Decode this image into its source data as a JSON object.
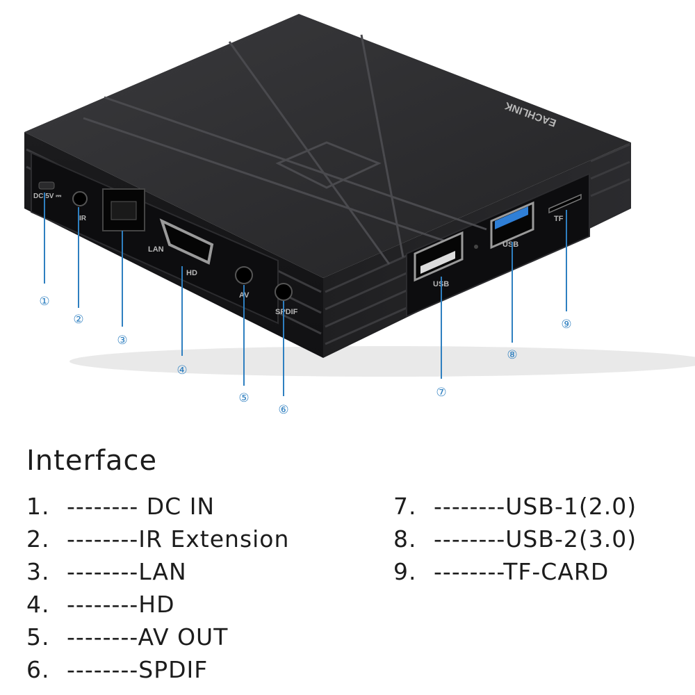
{
  "device": {
    "brand_text": "EACHLINK",
    "port_labels": {
      "dc": "DC 5V ⎓",
      "ir": "IR",
      "lan": "LAN",
      "hd": "HD",
      "av": "AV",
      "spdif": "SPDIF",
      "usb1": "USB",
      "usb2": "USB",
      "tf": "TF"
    }
  },
  "callouts": [
    "①",
    "②",
    "③",
    "④",
    "⑤",
    "⑥",
    "⑦",
    "⑧",
    "⑨"
  ],
  "colors": {
    "callout": "#2e7fc0",
    "box_body": "#2a2a2c",
    "usb3_blue": "#2f7fd6"
  },
  "section_title": "Interface",
  "items_left": [
    {
      "num": "1.",
      "text": "--------  DC IN"
    },
    {
      "num": "2.",
      "text": "--------IR Extension"
    },
    {
      "num": "3.",
      "text": "--------LAN"
    },
    {
      "num": "4.",
      "text": "--------HD"
    },
    {
      "num": "5.",
      "text": "--------AV OUT"
    },
    {
      "num": "6.",
      "text": "--------SPDIF"
    }
  ],
  "items_right": [
    {
      "num": "7.",
      "text": "--------USB-1(2.0)"
    },
    {
      "num": "8.",
      "text": "--------USB-2(3.0)"
    },
    {
      "num": "9.",
      "text": "--------TF-CARD"
    }
  ]
}
